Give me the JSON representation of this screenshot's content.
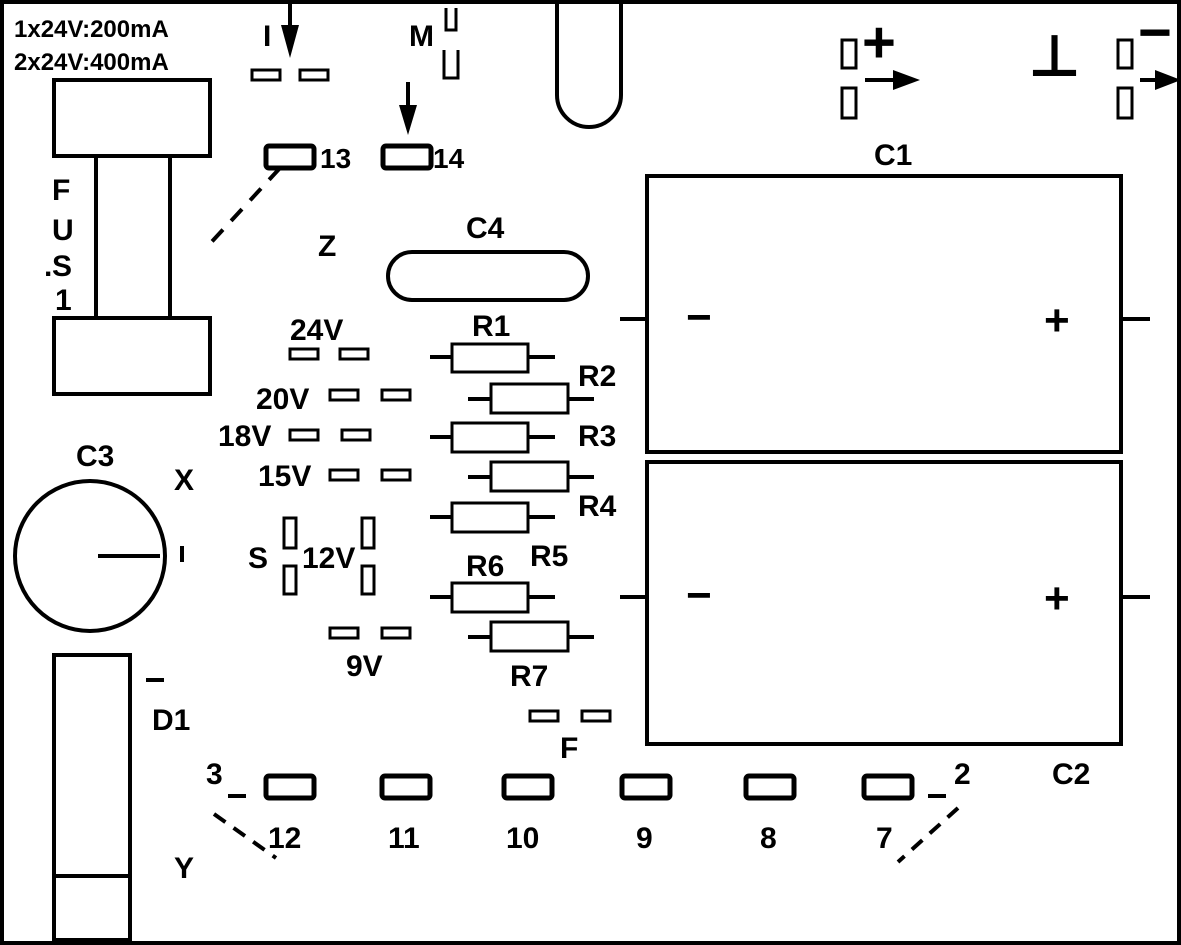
{
  "spec": {
    "line1": "1x24V:200mA",
    "line2": "2x24V:400mA"
  },
  "fuse": {
    "letters": [
      "F",
      "U",
      "S",
      ".",
      "1"
    ]
  },
  "top": {
    "I": "I",
    "M": "M",
    "plus": "+",
    "ground": "⊥",
    "minus": "−"
  },
  "pads_top": {
    "p13": "13",
    "p14": "14"
  },
  "capacitors": {
    "c1": "C1",
    "c2": "C2",
    "c3": "C3",
    "c4": "C4"
  },
  "letters": {
    "z": "Z",
    "x": "X",
    "y": "Y",
    "s": "S",
    "f": "F"
  },
  "voltages": {
    "v24": "24V",
    "v20": "20V",
    "v18": "18V",
    "v15": "15V",
    "v12": "12V",
    "v9": "9V"
  },
  "resistors": {
    "r1": "R1",
    "r2": "R2",
    "r3": "R3",
    "r4": "R4",
    "r5": "R5",
    "r6": "R6",
    "r7": "R7"
  },
  "diode": {
    "label": "D1"
  },
  "polarity": {
    "minus": "−",
    "plus": "+"
  },
  "pads_bottom": {
    "p3": "3",
    "p12": "12",
    "p11": "11",
    "p10": "10",
    "p9": "9",
    "p8": "8",
    "p7": "7",
    "p2": "2"
  }
}
